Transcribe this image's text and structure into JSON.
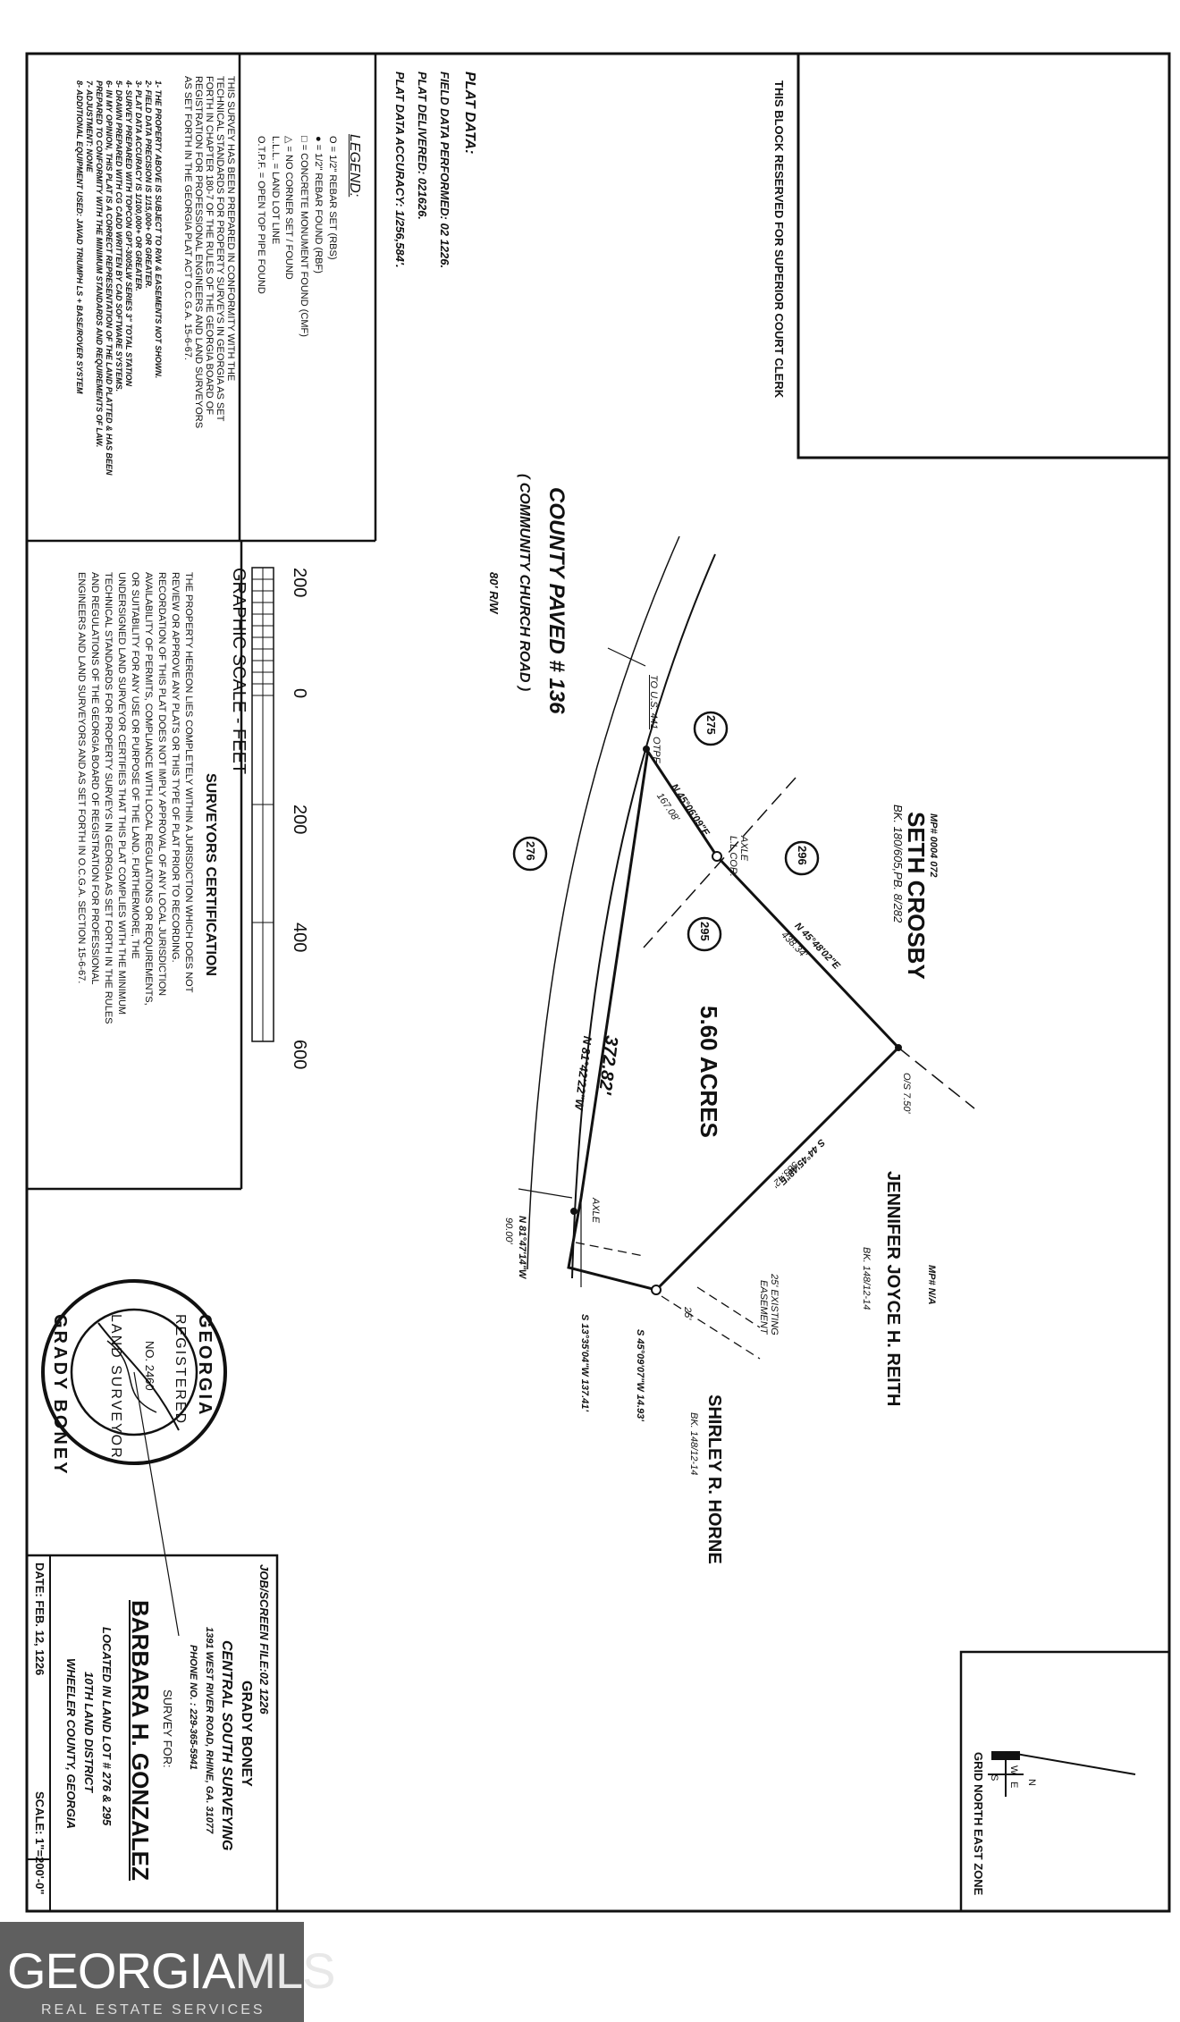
{
  "clerk_block": "THIS BLOCK RESERVED FOR SUPERIOR COURT CLERK",
  "plat_data": {
    "heading": "PLAT DATA:",
    "field": "FIELD DATA PERFORMED: 02 1226.",
    "delivered": "PLAT DELIVERED: 021626.",
    "accuracy": "PLAT DATA ACCURACY: 1/256,584'."
  },
  "legend": {
    "heading": "LEGEND:",
    "items": [
      "O = 1/2\" REBAR SET (RBS)",
      "● = 1/2\" REBAR FOUND (RBF)",
      "□ = CONCRETE MONUMENT FOUND (CMF)",
      "△ = NO CORNER SET / FOUND",
      "L.L.L. = LAND LOT LINE",
      "O.T.P.F. = OPEN TOP PIPE FOUND"
    ],
    "statement": [
      "THIS SURVEY HAS BEEN PREPARED IN CONFORMITY WITH THE",
      "TECHNICAL STANDARDS FOR PROPERTY SURVEYS IN GEORGIA AS SET",
      "FORTH IN CHAPTER 180-7 OF THE RULES OF THE GEORGIA BOARD OF",
      "REGISTRATION FOR PROFESSIONAL ENGINEERS AND LAND SURVEYORS",
      "AS SET FORTH IN THE GEORGIA PLAT ACT O.C.G.A. 15-6-67."
    ]
  },
  "notes": [
    "1- THE PROPERTY ABOVE IS SUBJECT TO R/W & EASEMENTS NOT SHOWN.",
    "2- FIELD DATA PRECISION IS 1/15,000+ OR GREATER.",
    "3- PLAT DATA ACCURACY IS 1/100,000+ OR GREATER.",
    "4- SURVEY PREPARED WITH TOPCON GPT-3005LW SERIES 3\" TOTAL STATION",
    "5- DRAWN PREPARED WITH CG CADD WRITTEN BY CAD SOFTWARE SYSTEMS.",
    "6- IN MY OPINION, THIS PLAT IS A CORRECT REPRESENTATION OF THE LAND PLATTED & HAS BEEN",
    "   PREPARED TO CONFORMITY WITH THE MINIMUM STANDARDS AND REQUIREMENTS OF LAW.",
    "7- ADJUSTMENT: NONE",
    "8- ADDITIONAL EQUIPMENT USED: JAVAD TRIUMPH LS + BASE/ROVER SYSTEM"
  ],
  "certification": {
    "heading": "SURVEYORS CERTIFICATION",
    "lines": [
      "THE PROPERTY HEREON LIES COMPLETELY WITHIN A JURISDICTION WHICH DOES NOT",
      "REVIEW OR APPROVE ANY PLATS OR THIS TYPE OF PLAT PRIOR TO RECORDING.",
      "RECORDATION OF THIS PLAT DOES NOT IMPLY APPROVAL OF ANY LOCAL JURISDICTION",
      "AVAILABILITY OF PERMITS, COMPLIANCE WITH LOCAL REGULATIONS OR REQUIREMENTS,",
      "OR SUITABILITY FOR ANY USE OR PURPOSE OF THE LAND. FURTHERMORE, THE",
      "UNDERSIGNED LAND SURVEYOR CERTIFIES THAT THIS PLAT COMPLIES WITH THE MINIMUM",
      "TECHNICAL STANDARDS FOR PROPERTY SURVEYS IN GEORGIA AS SET FORTH IN THE RULES",
      "AND REGULATIONS OF THE GEORGIA BOARD OF REGISTRATION FOR PROFESSIONAL",
      "ENGINEERS AND LAND SURVEYORS AND AS SET FORTH IN O.C.G.A. SECTION 15-6-67."
    ]
  },
  "scale": {
    "title": "GRAPHIC SCALE - FEET",
    "ticks": [
      "200",
      "0",
      "200",
      "400",
      "600"
    ]
  },
  "road": {
    "name": "COUNTY PAVED # 136",
    "alt": "( COMMUNITY CHURCH ROAD )",
    "rw": "80' R/W",
    "to": "TO U.S. 441"
  },
  "owners": {
    "crosby": {
      "mpn": "MP# 0004 072",
      "name": "SETH CROSBY",
      "book": "BK. 180/605,PB. 8/282"
    },
    "reith": {
      "mpn": "MP# N/A",
      "name": "JENNIFER JOYCE H. REITH",
      "book": "BK. 148/12-14"
    },
    "horne": {
      "name": "SHIRLEY R. HORNE",
      "book": "BK. 148/12-14"
    }
  },
  "land_lots": [
    "275",
    "296",
    "295",
    "276"
  ],
  "acres": "5.60 ACRES",
  "calls": {
    "c1": "N 45°06'09\"E",
    "d1": "167.08'",
    "c2": "N 45°48'02\"E",
    "d2": "438.34'",
    "c3": "S 44°45'48\"E",
    "d3": "583.42'",
    "c4": "S 45°09'07\"W 14.93'",
    "c5": "S 13°35'04\"W 137.41'",
    "c6": "N 81°47'14\"W",
    "d6": "90.00'",
    "c7": "N 81°42'22\"W",
    "d7": "372.82'"
  },
  "labels": {
    "axle_corner": "AXLE",
    "llcor": "L.L.COR.",
    "otpf": "OTPF",
    "os": "O/S 7.50'",
    "axle2": "AXLE",
    "easement1": "25' EXISTING",
    "easement2": "EASEMENT",
    "easement_dim": "25'"
  },
  "seal": {
    "top": "GEORGIA",
    "registered": "REGISTERED",
    "land": "LAND SURVEYOR",
    "no": "NO. 2460",
    "name": "GRADY BONEY"
  },
  "title_block": {
    "job": "JOB/SCREEN FILE:02 1226",
    "surveyor": "GRADY BONEY",
    "company": "CENTRAL SOUTH SURVEYING",
    "address": "1391 WEST RIVER ROAD, RHINE, GA. 31077",
    "phone": "PHONE NO. : 229-365-5941",
    "survey_for": "SURVEY FOR:",
    "client": "BARBARA H. GONZALEZ",
    "loc1": "LOCATED IN LAND LOT # 276 & 295",
    "loc2": "10TH LAND DISTRICT",
    "loc3": "WHEELER COUNTY, GEORGIA",
    "date": "DATE: FEB. 12, 1226",
    "scale": "SCALE: 1\"=200'-0\""
  },
  "north": {
    "label": "GRID NORTH EAST ZONE",
    "symbol_n": "N",
    "symbol_e": "E",
    "symbol_w": "W",
    "symbol_s": "S"
  },
  "watermark": {
    "georgia": "GEORGIA",
    "mls": "MLS",
    "services": "REAL ESTATE SERVICES"
  }
}
